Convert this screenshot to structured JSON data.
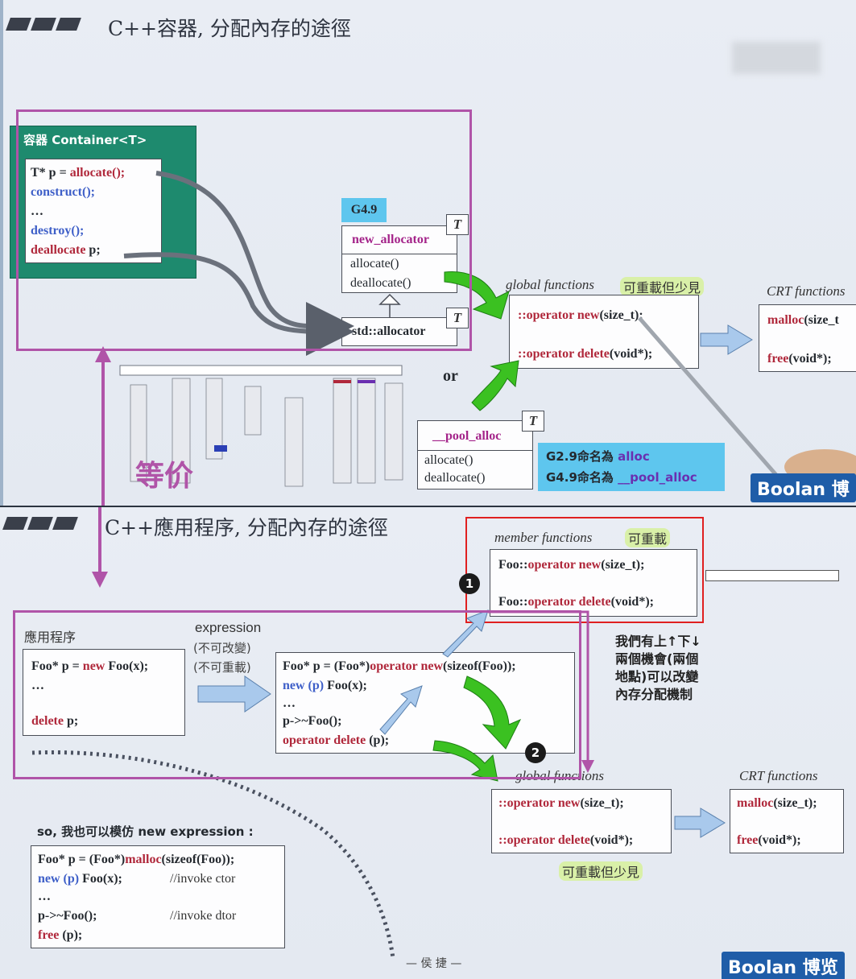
{
  "top": {
    "title": "C++容器, 分配內存的途徑",
    "container_title": "容器 Container<T>",
    "container_code": [
      "T* p = ",
      "allocate();",
      "construct();",
      "…",
      "destroy();",
      "deallocate",
      " p;"
    ],
    "g49": "G4.9",
    "t_param": "T",
    "new_allocator": "new_allocator",
    "allocate": "allocate()",
    "deallocate": "deallocate()",
    "std_allocator": "std::allocator",
    "global_functions": "global functions",
    "overload_rare": "可重載但少見",
    "op_new_prefix": "::operator ",
    "op_new_kw": "new",
    "op_new_suffix": "(size_t);",
    "op_del_prefix": "::operator ",
    "op_del_kw": "delete",
    "op_del_suffix": "(void*);",
    "crt_functions": "CRT functions",
    "malloc": "malloc",
    "malloc_args": "(size_t",
    "free": "free",
    "free_args": "(void*);",
    "or": "or",
    "pool_alloc": "__pool_alloc",
    "pool_note_1a": "G2.9命名為 ",
    "pool_note_1b": "alloc",
    "pool_note_2a": "G4.9命名為 ",
    "pool_note_2b": "__pool_alloc",
    "equiv": "等价",
    "boolan": "Boolan",
    "boolan_cjk": "博"
  },
  "bottom": {
    "title": "C++應用程序, 分配內存的途徑",
    "member_functions": "member functions",
    "overloadable": "可重載",
    "foo_new_a": "Foo::",
    "foo_new_b": "operator new",
    "foo_new_c": "(size_t);",
    "foo_del_a": "Foo::",
    "foo_del_b": "operator delete",
    "foo_del_c": "(void*);",
    "app_label": "應用程序",
    "expression": "expression",
    "not_changeable": "(不可改變)",
    "not_overloadable": "(不可重載)",
    "app_code_1a": "Foo* p = ",
    "app_code_1b": "new",
    "app_code_1c": " Foo(x);",
    "app_code_2": "…",
    "app_code_3a": "delete",
    "app_code_3b": " p;",
    "expr_1a": "Foo* p = (Foo*)",
    "expr_1b": "operator new",
    "expr_1c": "(sizeof(Foo));",
    "expr_2a": "new (p)",
    "expr_2b": " Foo(x);",
    "expr_3": "…",
    "expr_4": "p->~Foo();",
    "expr_5a": "operator delete",
    "expr_5b": " (p);",
    "note": [
      "我們有上↑下↓",
      "兩個機會(兩個",
      "地點)可以改變",
      "內存分配機制"
    ],
    "badge1": "1",
    "badge2": "2",
    "global_functions": "global functions",
    "g_new_a": "::operator ",
    "g_new_b": "new",
    "g_new_c": "(size_t);",
    "g_del_a": "::operator ",
    "g_del_b": "delete",
    "g_del_c": "(void*);",
    "overload_rare": "可重載但少見",
    "crt_functions": "CRT functions",
    "malloc": "malloc",
    "malloc_args": "(size_t);",
    "free": "free",
    "free_args": "(void*);",
    "imitate": "so, 我也可以模仿 new expression :",
    "im_1a": "Foo* p = (Foo*)",
    "im_1b": "malloc",
    "im_1c": "(sizeof(Foo));",
    "im_2a": "new (p)",
    "im_2b": " Foo(x);",
    "im_2c": "//invoke ctor",
    "im_3": "…",
    "im_4a": "p->~Foo();",
    "im_4b": "//invoke dtor",
    "im_5a": "free",
    "im_5b": " (p);",
    "author": "— 侯 捷 —",
    "boolan": "Boolan",
    "boolan_cjk": "博览"
  }
}
